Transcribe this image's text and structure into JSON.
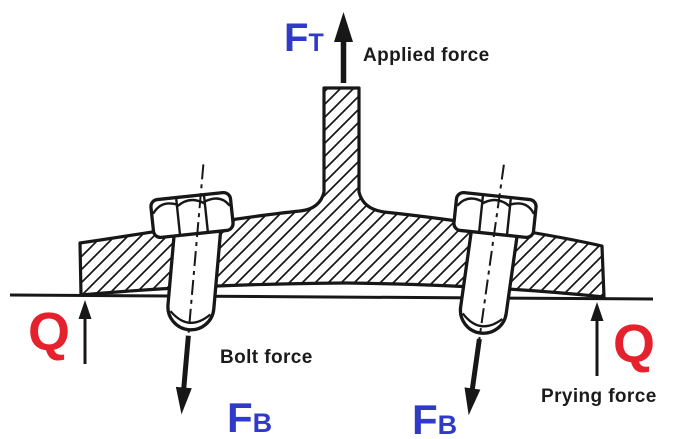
{
  "figure": {
    "description": "Cross-section of a bolted tee-flange joint showing applied force, bolt forces and prying forces",
    "background": "#ffffff"
  },
  "colors": {
    "ink": "#171717",
    "force_symbol_blue": "#2f3ac8",
    "prying_symbol_red": "#e6212e"
  },
  "labels": {
    "applied": {
      "symbol": "F",
      "subscript": "T",
      "caption": "Applied force"
    },
    "bolt_left": {
      "symbol": "F",
      "subscript": "B",
      "caption": "Bolt force"
    },
    "bolt_right": {
      "symbol": "F",
      "subscript": "B"
    },
    "prying_left": {
      "symbol": "Q"
    },
    "prying_right": {
      "symbol": "Q",
      "caption": "Prying force"
    }
  }
}
